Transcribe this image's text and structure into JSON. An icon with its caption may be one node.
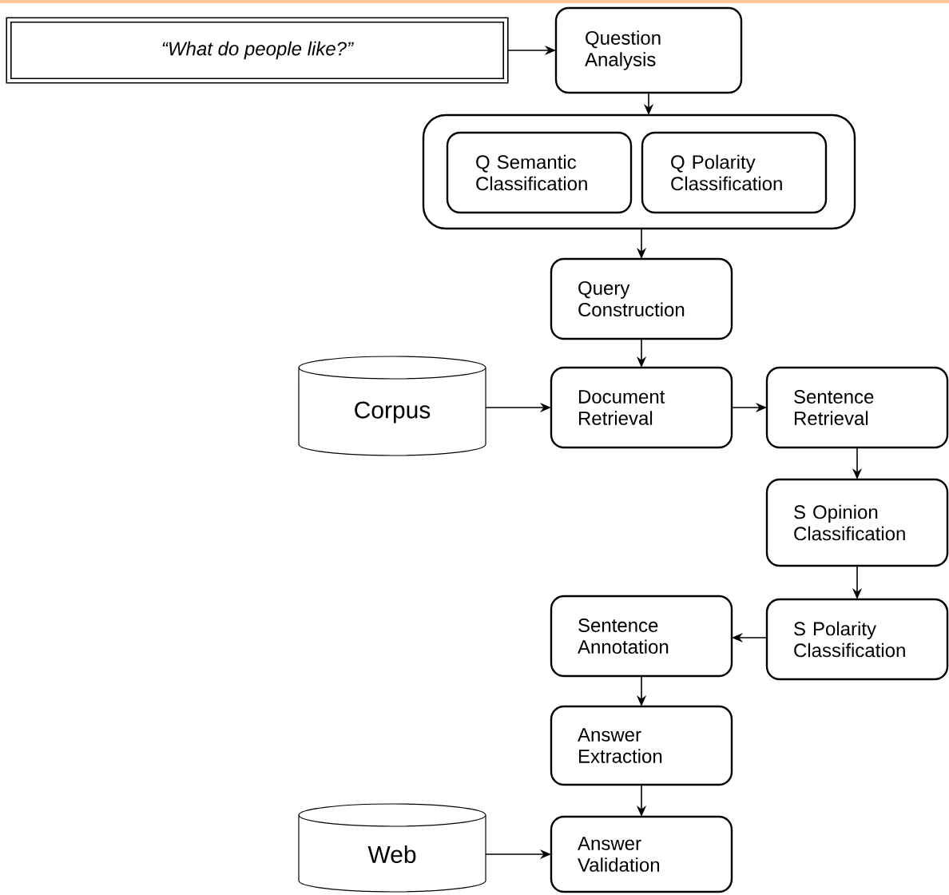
{
  "diagram": {
    "nodes": [
      {
        "text": [
          "“What do people like?”"
        ]
      },
      {
        "text": [
          "Question Analysis"
        ]
      },
      {
        "text": [],
        "shape": "box"
      },
      {
        "text": [
          "Q Semantic Classification"
        ],
        "in": 2
      },
      {
        "text": [
          "Q Polarity Classification"
        ],
        "in": 2
      },
      {
        "text": [
          "Query Construction"
        ]
      },
      {
        "text": [
          "Corpus"
        ]
      },
      {
        "text": [
          "Document Retrieval"
        ]
      },
      {
        "text": [
          "Sentence Retrieval"
        ]
      },
      {
        "text": [
          "S Opinion Classification"
        ]
      },
      {
        "text": [
          "S Polarity Classification"
        ]
      },
      {
        "text": [
          "Sentence Annotation"
        ]
      },
      {
        "text": [
          "Answer Extraction"
        ]
      },
      {
        "text": [
          "Web"
        ]
      },
      {
        "text": [
          "Answer Validation"
        ]
      }
    ],
    "edges": [
      {
        "from": 0,
        "to": 1,
        "arrow": "to"
      },
      {
        "from": 1,
        "to": 2,
        "arrow": "to"
      },
      {
        "from": 2,
        "to": 5,
        "arrow": "to"
      },
      {
        "from": 5,
        "to": 7,
        "arrow": "to"
      },
      {
        "from": 6,
        "to": 7,
        "arrow": "to"
      },
      {
        "from": 7,
        "to": 8,
        "arrow": "to"
      },
      {
        "from": 8,
        "to": 9,
        "arrow": "to"
      },
      {
        "from": 9,
        "to": 10,
        "arrow": "to"
      },
      {
        "from": 10,
        "to": 11,
        "arrow": "to"
      },
      {
        "from": 11,
        "to": 12,
        "arrow": "to"
      },
      {
        "from": 12,
        "to": 14,
        "arrow": "to"
      },
      {
        "from": 13,
        "to": 14,
        "arrow": "to"
      }
    ]
  }
}
